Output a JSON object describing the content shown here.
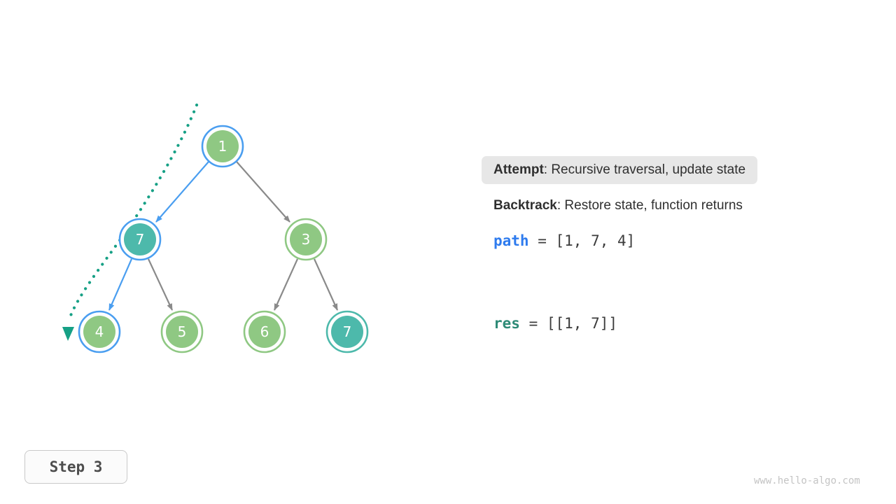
{
  "tree": {
    "nodes": [
      {
        "id": "node-1",
        "value": "1",
        "fill": "green",
        "ring": "blue"
      },
      {
        "id": "node-7-left",
        "value": "7",
        "fill": "teal",
        "ring": "blue"
      },
      {
        "id": "node-3",
        "value": "3",
        "fill": "green",
        "ring": "green"
      },
      {
        "id": "node-4",
        "value": "4",
        "fill": "green",
        "ring": "blue"
      },
      {
        "id": "node-5",
        "value": "5",
        "fill": "green",
        "ring": "green"
      },
      {
        "id": "node-6",
        "value": "6",
        "fill": "green",
        "ring": "green"
      },
      {
        "id": "node-7-right",
        "value": "7",
        "fill": "teal",
        "ring": "teal"
      }
    ],
    "edges": [
      {
        "from": "1",
        "to": "7-left",
        "style": "blue"
      },
      {
        "from": "1",
        "to": "3",
        "style": "gray"
      },
      {
        "from": "7-left",
        "to": "4",
        "style": "blue"
      },
      {
        "from": "7-left",
        "to": "5",
        "style": "gray"
      },
      {
        "from": "3",
        "to": "6",
        "style": "gray"
      },
      {
        "from": "3",
        "to": "7-right",
        "style": "gray"
      }
    ]
  },
  "legend": {
    "attempt_label": "Attempt",
    "attempt_rest": ": Recursive traversal, update state",
    "backtrack_label": "Backtrack",
    "backtrack_rest": ": Restore state, function returns"
  },
  "state": {
    "path_label": "path",
    "path_value": " = [1, 7, 4]",
    "res_label": "res",
    "res_value": " = [[1, 7]]"
  },
  "step_badge": {
    "label": "Step 3"
  },
  "footer": {
    "watermark": "www.hello-algo.com"
  },
  "colors": {
    "node_green": "#8fc883",
    "node_teal": "#4db9ab",
    "ring_blue": "#4a9ef0",
    "edge_gray": "#8a8a8a",
    "edge_blue": "#4a9ef0",
    "trace_teal": "#16a085",
    "path_keyword_blue": "#2e7bee",
    "res_keyword_teal": "#2e8b77",
    "attempt_box_bg": "#e7e7e7"
  }
}
